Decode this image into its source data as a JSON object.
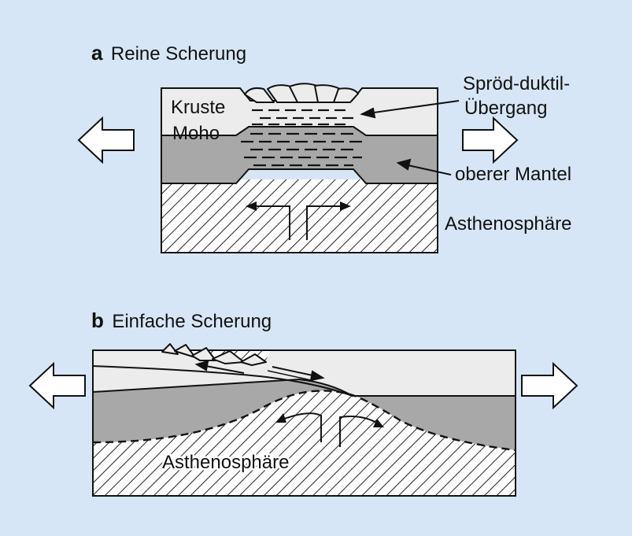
{
  "colors": {
    "background": "#d6e6f7",
    "crust": "#ececec",
    "mantle": "#a8a8a8",
    "outline": "#111111"
  },
  "panel_a": {
    "letter": "a",
    "title": "Reine Scherung",
    "labels": {
      "kruste": "Kruste",
      "moho": "Moho",
      "sprod_line1": "Spröd-duktil-",
      "sprod_line2": "Übergang",
      "oberer_mantel": "oberer Mantel",
      "asthenosphaere": "Asthenosphäre"
    }
  },
  "panel_b": {
    "letter": "b",
    "title": "Einfache Scherung",
    "labels": {
      "asthenosphaere": "Asthenosphäre"
    }
  }
}
